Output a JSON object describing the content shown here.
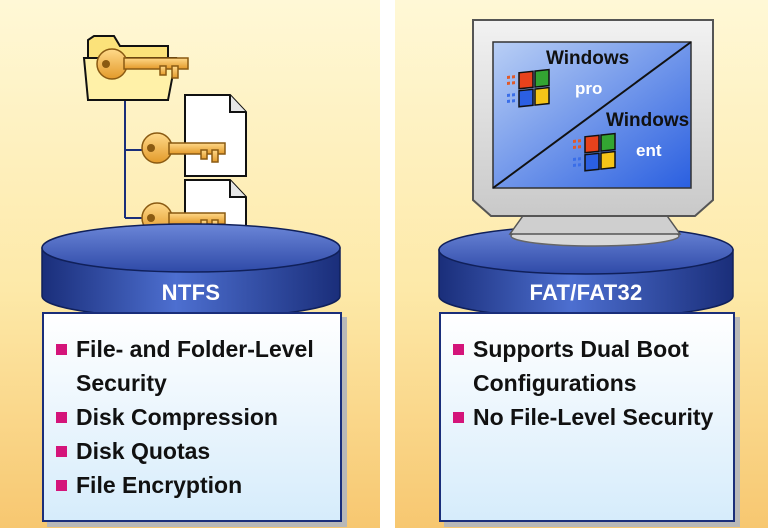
{
  "ntfs": {
    "label": "NTFS",
    "features": [
      "File- and Folder-Level Security",
      "Disk Compression",
      "Disk Quotas",
      "File Encryption"
    ]
  },
  "fat": {
    "label": "FAT/FAT32",
    "features": [
      "Supports Dual Boot Configurations",
      "No File-Level Security"
    ],
    "monitor": {
      "top_title": "Windows",
      "top_sub": "pro",
      "bottom_title": "Windows",
      "bottom_sub": "ent"
    }
  },
  "colors": {
    "cylinder_dark": "#1a2e7a",
    "cylinder_mid": "#3a5bc0",
    "bullet": "#d4147a",
    "background_top": "#fff8d6",
    "background_bottom": "#f7c770"
  }
}
